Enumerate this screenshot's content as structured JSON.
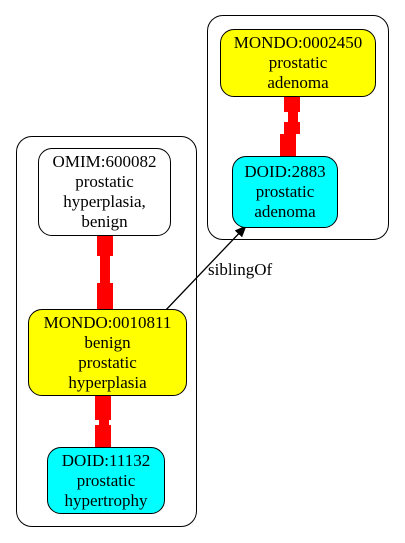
{
  "colors": {
    "mondo_fill": "#ffff00",
    "doid_fill": "#00ffff",
    "omim_fill": "#ffffff",
    "equivalence_edge": "#ff0000",
    "relation_edge": "#000000"
  },
  "nodes": {
    "mondo_0002450": {
      "lines": [
        "MONDO:0002450",
        "prostatic",
        "adenoma"
      ]
    },
    "doid_2883": {
      "lines": [
        "DOID:2883",
        "prostatic",
        "adenoma"
      ]
    },
    "omim_600082": {
      "lines": [
        "OMIM:600082",
        "prostatic",
        "hyperplasia,",
        "benign"
      ]
    },
    "mondo_0010811": {
      "lines": [
        "MONDO:0010811",
        "benign",
        "prostatic",
        "hyperplasia"
      ]
    },
    "doid_11132": {
      "lines": [
        "DOID:11132",
        "prostatic",
        "hypertrophy"
      ]
    }
  },
  "edges": {
    "sibling_of": {
      "label": "siblingOf"
    }
  }
}
